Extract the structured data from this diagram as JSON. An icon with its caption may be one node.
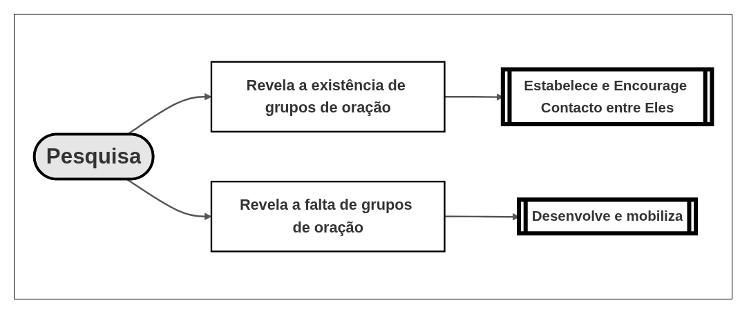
{
  "diagram": {
    "nodes": [
      {
        "text": [
          "Pesquisa"
        ]
      },
      {
        "text": [
          "Revela a existência de grupos de oração"
        ]
      },
      {
        "text": [
          "Estabelece e Encourage Contacto entre Eles"
        ]
      },
      {
        "text": [
          "Revela a falta de grupos de oração"
        ]
      },
      {
        "text": [
          "Desenvolve e mobiliza"
        ]
      }
    ],
    "edges": [
      {
        "from": 0,
        "to": 1,
        "arrow": "to"
      },
      {
        "from": 1,
        "to": 2,
        "arrow": "to"
      },
      {
        "from": 0,
        "to": 3,
        "arrow": "to"
      },
      {
        "from": 3,
        "to": 4,
        "arrow": "to"
      }
    ]
  }
}
